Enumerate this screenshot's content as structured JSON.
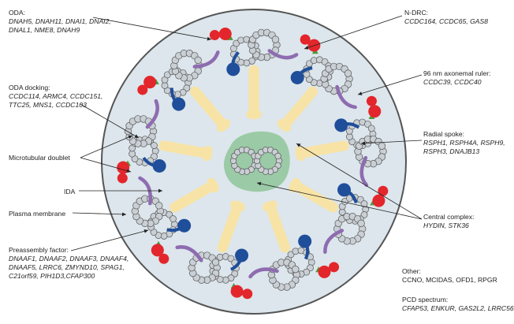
{
  "labels": {
    "oda": {
      "title": "ODA:",
      "lines": [
        "DNAH5, DNAH11, DNAI1, DNAI2,",
        "DNAL1, NME8, DNAH9"
      ]
    },
    "oda_docking": {
      "title": "ODA docking:",
      "lines": [
        "CCDC114, ARMC4, CCDC151,",
        "TTC25, MNS1, CCDC103"
      ]
    },
    "microtubular_doublet": "Microtubular doublet",
    "ida": "IDA",
    "plasma_membrane": "Plasma membrane",
    "preassembly": {
      "title": "Preassembly factor:",
      "lines": [
        "DNAAF1, DNAAF2, DNAAF3, DNAAF4,",
        "DNAAF5, LRRC6, ZMYND10, SPAG1,",
        "C21orf59, PIH1D3,CFAP300"
      ]
    },
    "ndrc": {
      "title": "N-DRC:",
      "lines": [
        "CCDC164, CCDC65, GAS8"
      ]
    },
    "ruler": {
      "title": "96 nm axonemal ruler:",
      "lines": [
        "CCDC39, CCDC40"
      ]
    },
    "radial_spoke": {
      "title": "Radial spoke:",
      "lines": [
        "RSPH1, RSPH4A, RSPH9,",
        "RSPH3, DNAJB13"
      ]
    },
    "central_complex": {
      "title": "Central complex:",
      "lines": [
        "HYDIN, STK36"
      ]
    },
    "other": {
      "title": "Other:",
      "lines": [
        "CCNO, MCIDAS, OFD1, RPGR"
      ]
    },
    "pcd": {
      "title": "PCD spectrum:",
      "lines": [
        "CFAP53, ENKUR, GAS2L2, LRRC56"
      ]
    }
  },
  "colors": {
    "membrane_fill": "#dce6ec",
    "membrane_stroke": "#555555",
    "tubule_fill": "#c9cfd4",
    "tubule_stroke": "#555555",
    "oda": "#e3262b",
    "ida": "#1f4e9a",
    "ndrc": "#8e6cb0",
    "docking": "#4a9a3a",
    "radial_spoke": "#f8e3a6",
    "central_sheath": "#8fc49a",
    "leader": "#222222"
  }
}
